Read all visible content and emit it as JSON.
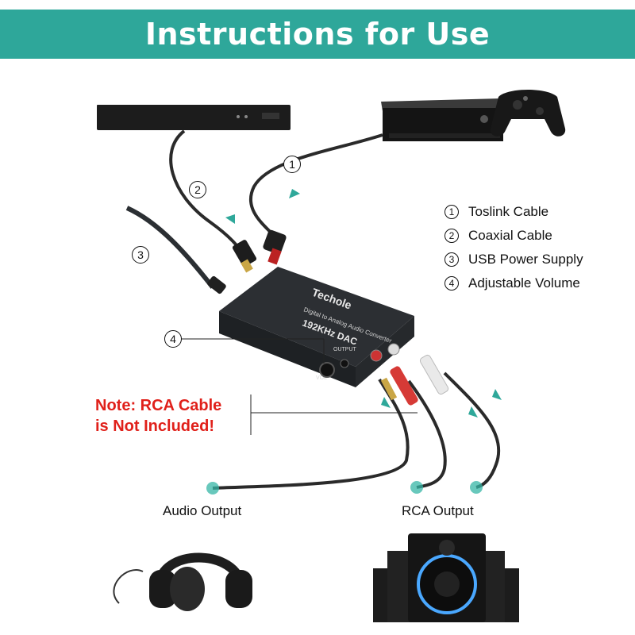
{
  "title": "Instructions for Use",
  "legend": [
    {
      "num": "1",
      "label": "Toslink Cable"
    },
    {
      "num": "2",
      "label": "Coaxial Cable"
    },
    {
      "num": "3",
      "label": "USB Power Supply"
    },
    {
      "num": "4",
      "label": "Adjustable Volume"
    }
  ],
  "callouts": [
    "1",
    "2",
    "3",
    "4"
  ],
  "device": {
    "brand": "Techole",
    "model": "192KHz DAC",
    "subtitle": "Digital to Analog Audio Converter",
    "output_label": "OUTPUT",
    "vol_label": "VOL"
  },
  "note": {
    "prefix": "Note:",
    "line1": "RCA Cable",
    "line2": "is Not Included!"
  },
  "outputs": {
    "audio": "Audio Output",
    "rca": "RCA Output"
  },
  "colors": {
    "banner": "#2ea79a",
    "note": "#e0201a",
    "arrow": "#2fa89a"
  }
}
